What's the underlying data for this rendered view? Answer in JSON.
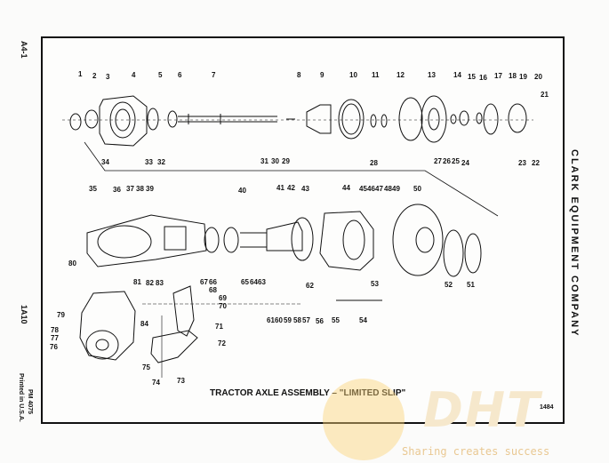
{
  "margin_left": {
    "top_code": "A4-1",
    "mid_code": "1A10",
    "form": "PM 4075",
    "printed": "Printed in U.S.A."
  },
  "company": "CLARK EQUIPMENT COMPANY",
  "caption": "TRACTOR AXLE ASSEMBLY – \"LIMITED SLIP\"",
  "figure_number": "1484",
  "watermark": {
    "logo": "DHT",
    "slogan": "Sharing creates success"
  },
  "callouts": {
    "n1": "1",
    "n2": "2",
    "n3": "3",
    "n4": "4",
    "n5": "5",
    "n6": "6",
    "n7": "7",
    "n8": "8",
    "n9": "9",
    "n10": "10",
    "n11": "11",
    "n12": "12",
    "n13": "13",
    "n14": "14",
    "n15": "15",
    "n16": "16",
    "n17": "17",
    "n18": "18",
    "n19": "19",
    "n20": "20",
    "n21": "21",
    "n22": "22",
    "n23": "23",
    "n24": "24",
    "n25": "25",
    "n26": "26",
    "n27": "27",
    "n28": "28",
    "n29": "29",
    "n30": "30",
    "n31": "31",
    "n32": "32",
    "n33": "33",
    "n34": "34",
    "n35": "35",
    "n36": "36",
    "n37": "37",
    "n38": "38",
    "n39": "39",
    "n40": "40",
    "n41": "41",
    "n42": "42",
    "n43": "43",
    "n44": "44",
    "n45": "45",
    "n46": "46",
    "n47": "47",
    "n48": "48",
    "n49": "49",
    "n50": "50",
    "n51": "51",
    "n52": "52",
    "n53": "53",
    "n54": "54",
    "n55": "55",
    "n56": "56",
    "n57": "57",
    "n58": "58",
    "n59": "59",
    "n60": "60",
    "n61": "61",
    "n62": "62",
    "n63": "63",
    "n64": "64",
    "n65": "65",
    "n66": "66",
    "n67": "67",
    "n68": "68",
    "n69": "69",
    "n70": "70",
    "n71": "71",
    "n72": "72",
    "n73": "73",
    "n74": "74",
    "n75": "75",
    "n76": "76",
    "n77": "77",
    "n78": "78",
    "n79": "79",
    "n80": "80",
    "n81": "81",
    "n82": "82",
    "n83": "83",
    "n84": "84"
  }
}
